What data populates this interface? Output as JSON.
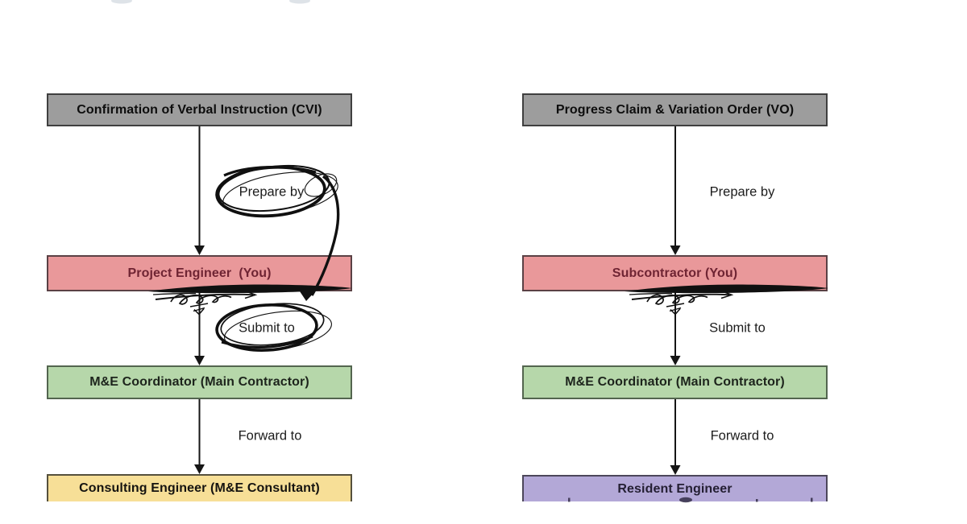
{
  "canvas": {
    "background": "#ffffff",
    "ink_color": "#101010"
  },
  "flows": [
    {
      "header": {
        "label": "Confirmation of Verbal Instruction (CVI)",
        "fill": "#9d9d9d",
        "border": "#3f3f3f",
        "text_color": "#0d0d0d"
      },
      "edges": [
        {
          "label": "Prepare by"
        },
        {
          "label": "Submit to"
        },
        {
          "label": "Forward to"
        }
      ],
      "nodes": [
        {
          "label": "Project Engineer  (You)",
          "fill": "#e9989a",
          "border": "#5a4145",
          "text_color": "#6f2433"
        },
        {
          "label": "M&E Coordinator (Main Contractor)",
          "fill": "#b6d7aa",
          "border": "#53654f",
          "text_color": "#1d241c"
        },
        {
          "label": "Consulting Engineer (M&E Consultant)",
          "fill": "#f7df97",
          "border": "#55503c",
          "text_color": "#151310"
        }
      ]
    },
    {
      "header": {
        "label": "Progress Claim & Variation Order (VO)",
        "fill": "#9d9d9d",
        "border": "#3f3f3f",
        "text_color": "#0d0d0d"
      },
      "edges": [
        {
          "label": "Prepare by"
        },
        {
          "label": "Submit to"
        },
        {
          "label": "Forward to"
        }
      ],
      "nodes": [
        {
          "label": "Subcontractor (You)",
          "fill": "#e9989a",
          "border": "#5a4145",
          "text_color": "#6f2433"
        },
        {
          "label": "M&E Coordinator (Main Contractor)",
          "fill": "#b6d7aa",
          "border": "#53654f",
          "text_color": "#1d241c"
        },
        {
          "label": "Resident Engineer",
          "fill": "#b3a8d7",
          "border": "#4c475a",
          "text_color": "#241f33"
        }
      ]
    }
  ],
  "annotations": {
    "ink_color": "#101010",
    "items": [
      "hand-circle-around-prepare-by",
      "hand-curved-arrow-to-submit-to",
      "hand-circle-around-submit-to",
      "marker-swoosh-under-project-engineer",
      "signature-scribble-under-project-engineer",
      "marker-swoosh-under-subcontractor",
      "signature-scribble-under-subcontractor"
    ]
  }
}
